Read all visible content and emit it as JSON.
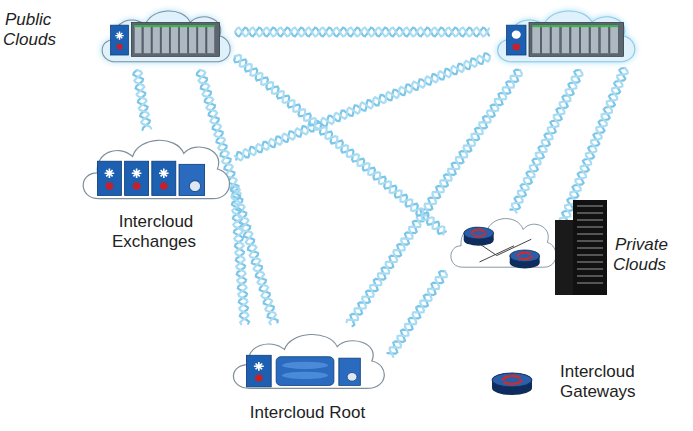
{
  "diagram": {
    "nodes": [
      {
        "text": [
          "Public Clouds"
        ]
      },
      {
        "text": [
          "Intercloud Exchanges"
        ]
      },
      {
        "text": [
          "Private Clouds"
        ]
      },
      {
        "text": [
          "Intercloud Root"
        ]
      }
    ],
    "edges": [
      {
        "from": 0,
        "to": 1,
        "arrow": "none"
      },
      {
        "from": 0,
        "to": 3,
        "arrow": "none"
      },
      {
        "from": 0,
        "to": 2,
        "arrow": "none"
      },
      {
        "from": 1,
        "to": 3,
        "arrow": "none"
      },
      {
        "from": 2,
        "to": 3,
        "arrow": "none"
      }
    ],
    "legend": [
      {
        "text": "Intercloud Gateways"
      }
    ]
  }
}
